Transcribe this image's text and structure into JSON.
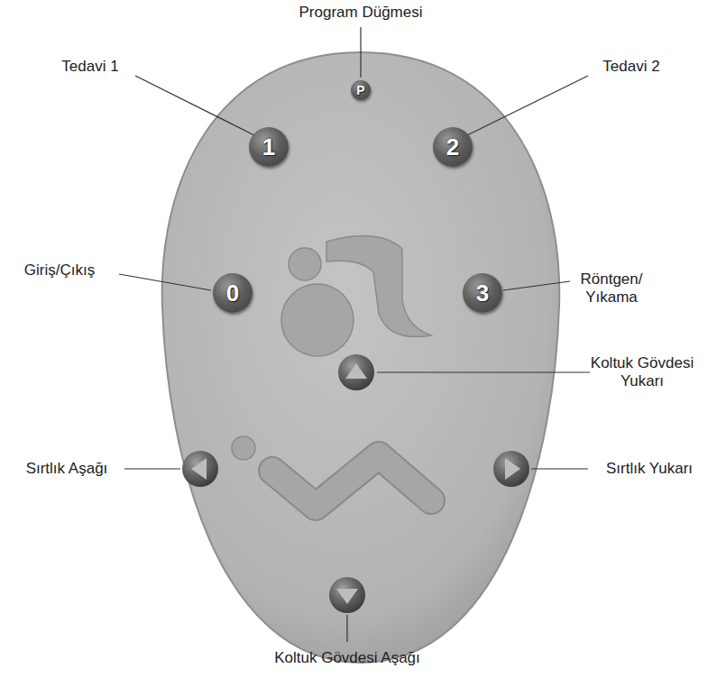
{
  "diagram": {
    "nodes": [
      {
        "text": [
          "P"
        ]
      },
      {
        "text": [
          "1"
        ]
      },
      {
        "text": [
          "2"
        ]
      },
      {
        "text": [
          "0"
        ]
      },
      {
        "text": [
          "3"
        ]
      }
    ],
    "labels": [
      "Program Düğmesi",
      "Tedavi 1",
      "Tedavi 2",
      "Giriş/Çıkış",
      "Röntgen/ Yıkama",
      "Koltuk Gövdesi Yukarı",
      "Sırtlık Aşağı",
      "Sırtlık Yukarı",
      "Koltuk Gövdesi Aşağı"
    ]
  }
}
